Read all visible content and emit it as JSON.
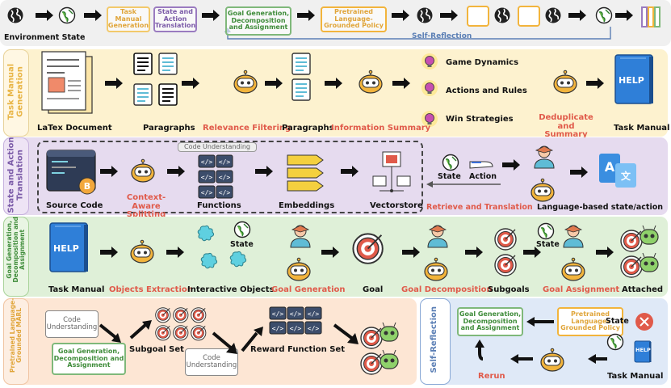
{
  "top": {
    "environment_state": "Environment State",
    "task_manual_generation": "Task Manual Generation",
    "state_action_translation": "State and Action Translation",
    "goal_generation": "Goal Generation, Decomposition and Assignment",
    "pretrained_policy": "Pretrained Language-Grounded Policy",
    "self_reflection": "Self-Reflection"
  },
  "row1": {
    "title": "Task Manual Generation",
    "latex": "LaTex Document",
    "paragraphs": "Paragraphs",
    "relevance": "Relevance Filtering",
    "paragraphs2": "Paragraphs",
    "info_summary": "Information Summary",
    "game_dynamics": "Game Dynamics",
    "actions_rules": "Actions and Rules",
    "win_strategies": "Win Strategies",
    "dedup": "Deduplicate and Summary",
    "task_manual": "Task Manual",
    "help": "HELP"
  },
  "row2": {
    "title": "State and Action Translation",
    "code_understanding": "Code Understanding",
    "source_code": "Source Code",
    "context_aware": "Context-Aware Splitting",
    "functions": "Functions",
    "embeddings": "Embeddings",
    "vectorstore": "Vectorstore",
    "state": "State",
    "action": "Action",
    "retrieve": "Retrieve and Translation",
    "lang_state": "Language-based state/action"
  },
  "row3": {
    "title": "Goal Generation, Decomposition and Assignment",
    "task_manual": "Task Manual",
    "help": "HELP",
    "objects_extraction": "Objects Extraction",
    "interactive_objects": "Interactive Objects",
    "state": "State",
    "goal_generation": "Goal Generation",
    "goal": "Goal",
    "goal_decomposition": "Goal Decomposition",
    "subgoals": "Subgoals",
    "state2": "State",
    "goal_assignment": "Goal Assignment",
    "attached": "Attached"
  },
  "row4": {
    "title": "Pretrained Language-Grounded MARL",
    "code_understanding": "Code Understanding",
    "goal_gen": "Goal Generation, Decomposition and Assignment",
    "subgoal_set": "Subgoal Set",
    "code_understanding2": "Code Understanding",
    "reward_set": "Reward Function Set"
  },
  "self_reflection": {
    "title": "Self-Reflection",
    "goal_gen": "Goal Generation, Decomposition and Assignment",
    "pretrained": "Pretrained Language-Grounded Policy",
    "state": "State",
    "rerun": "Rerun",
    "task_manual": "Task Manual",
    "help": "HELP"
  },
  "colors": {
    "yellow_band": "#fdf2cf",
    "purple_band": "#e6dbef",
    "green_band": "#dff0d8",
    "orange_band": "#fde6d4",
    "blue_band": "#dfe9f7",
    "top_band": "#f0f0f0",
    "red_text": "#e05a4a",
    "help_blue": "#2f7fd8"
  }
}
